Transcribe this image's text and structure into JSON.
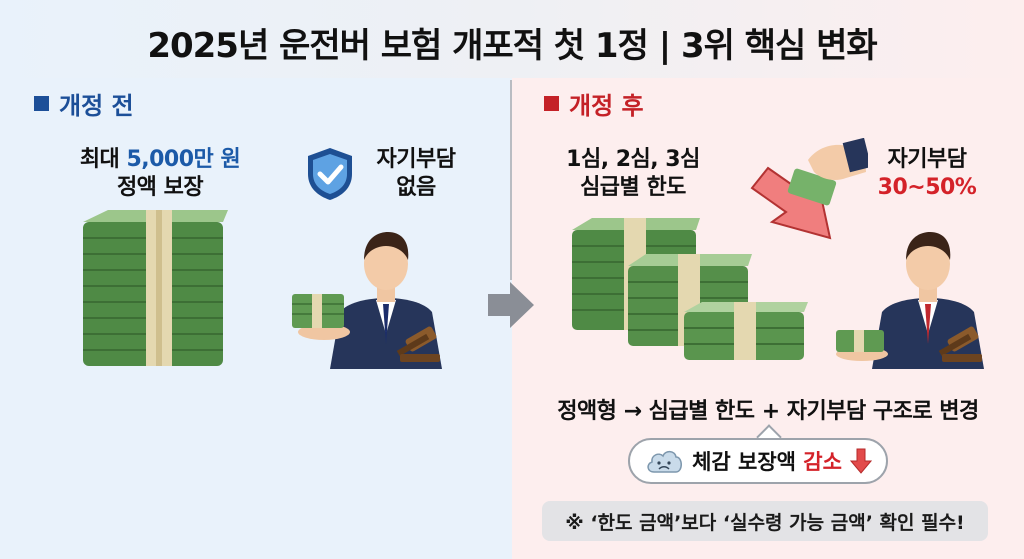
{
  "title": "2025년 운전버 보험 개포적 첫 1정 | 3위 핵심 변화",
  "before": {
    "heading": "개정 전",
    "coverage_line1_prefix": "최대 ",
    "coverage_line1_amount": "5,000만 원",
    "coverage_line2": "정액 보장",
    "deductible_line1": "자기부담",
    "deductible_line2": "없음"
  },
  "after": {
    "heading": "개정 후",
    "tier_line1": "1심, 2심, 3심",
    "tier_line2": "심급별 한도",
    "deductible_line1": "자기부담",
    "deductible_line2": "30~50%"
  },
  "flow_text": "정액형 → 심급별 한도 + 자기부담 구조로 변경",
  "bubble": {
    "prefix": "체감 보장액 ",
    "emphasis": "감소"
  },
  "note": "※ ‘한도 금액’보다 ‘실수령 가능 금액’ 확인 필수!",
  "colors": {
    "before_accent": "#1c4f98",
    "after_accent": "#c42127",
    "money_green": "#5f9a52",
    "suit_navy": "#26355a"
  },
  "icons": [
    "shield-check-icon",
    "arrow-right-icon",
    "arrow-down-icon",
    "cloud-sad-icon",
    "gavel-icon"
  ]
}
